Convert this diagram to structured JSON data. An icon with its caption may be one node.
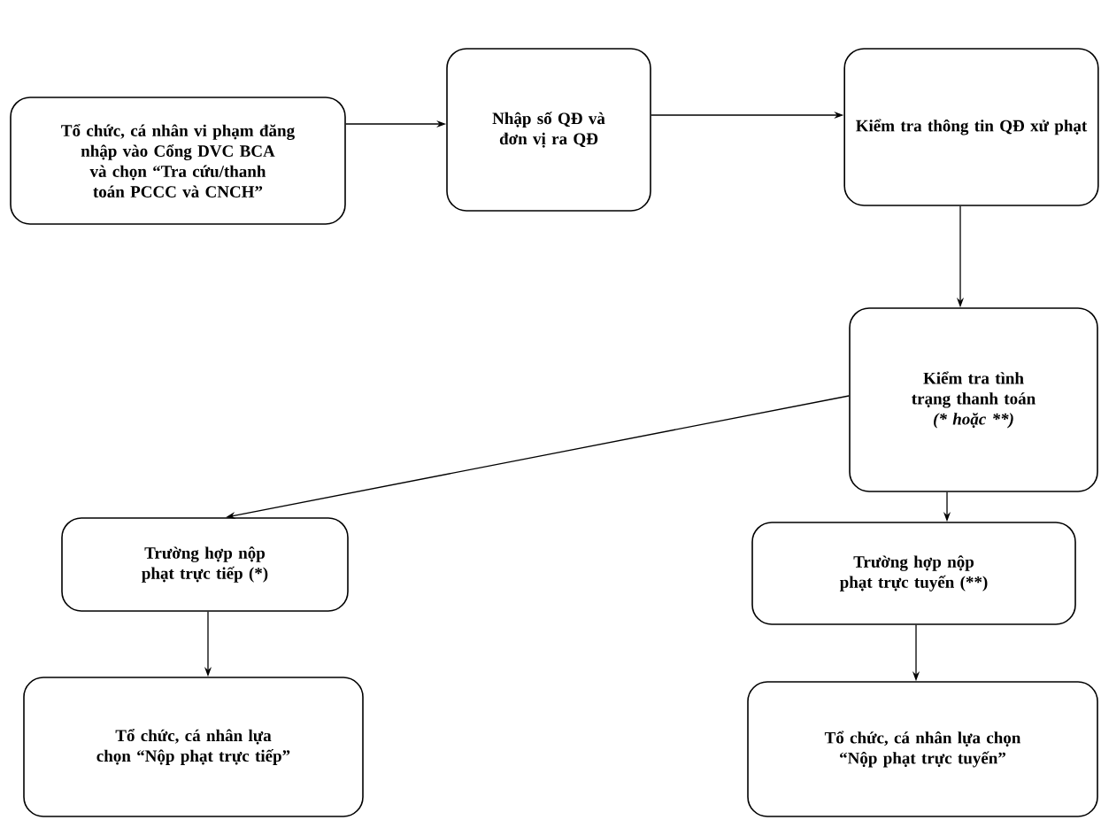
{
  "diagram": {
    "nodes": [
      {
        "text": [
          "Tổ chức, cá nhân vi phạm đăng nhập vào Cổng DVC BCA và chọn “Tra cứu/thanh toán PCCC và CNCH”"
        ]
      },
      {
        "text": [
          "Nhập số QĐ và đơn vị ra QĐ"
        ]
      },
      {
        "text": [
          "Kiểm tra thông tin QĐ xử phạt"
        ]
      },
      {
        "text": [
          "Kiểm tra tình trạng thanh toán",
          "(* hoặc **)"
        ]
      },
      {
        "text": [
          "Trường hợp nộp phạt trực tiếp (*)"
        ]
      },
      {
        "text": [
          "Trường hợp nộp phạt trực tuyến (**)"
        ]
      },
      {
        "text": [
          "Tổ chức, cá nhân lựa chọn “Nộp phạt trực tiếp”"
        ]
      },
      {
        "text": [
          "Tổ chức, cá nhân lựa chọn “Nộp phạt trực tuyến”"
        ]
      }
    ],
    "edges": [
      {
        "from": 0,
        "to": 1,
        "arrow": "to"
      },
      {
        "from": 1,
        "to": 2,
        "arrow": "to"
      },
      {
        "from": 2,
        "to": 3,
        "arrow": "to"
      },
      {
        "from": 3,
        "to": 4,
        "arrow": "to"
      },
      {
        "from": 3,
        "to": 5,
        "arrow": "to"
      },
      {
        "from": 4,
        "to": 6,
        "arrow": "to"
      },
      {
        "from": 5,
        "to": 7,
        "arrow": "to"
      }
    ]
  }
}
